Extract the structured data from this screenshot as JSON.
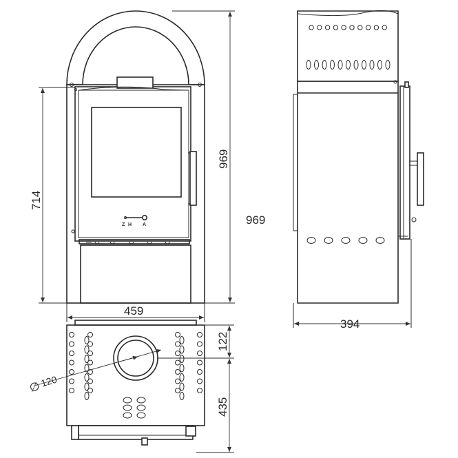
{
  "dimensions": {
    "front_width": "459",
    "front_height_total": "969",
    "front_height_door": "714",
    "side_height_total": "969",
    "side_depth": "394",
    "top_flue_offset": "122",
    "top_depth": "435",
    "flue_diameter": "120"
  },
  "diameter_symbol": "∅",
  "control_labels": [
    "Z",
    "H",
    "A"
  ]
}
